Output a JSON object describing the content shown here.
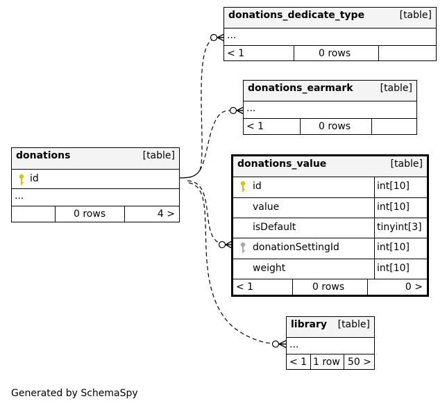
{
  "tables": {
    "donations": {
      "name": "donations",
      "type": "[table]",
      "columns": [
        {
          "name": "id",
          "key": "primary"
        }
      ],
      "ellipsis": "...",
      "footer": {
        "left": "",
        "rows": "0 rows",
        "right": "4 >"
      }
    },
    "donations_dedicate_type": {
      "name": "donations_dedicate_type",
      "type": "[table]",
      "ellipsis": "...",
      "footer": {
        "left": "< 1",
        "rows": "0 rows",
        "right": ""
      }
    },
    "donations_earmark": {
      "name": "donations_earmark",
      "type": "[table]",
      "ellipsis": "...",
      "footer": {
        "left": "< 1",
        "rows": "0 rows",
        "right": ""
      }
    },
    "donations_value": {
      "name": "donations_value",
      "type": "[table]",
      "columns": [
        {
          "name": "id",
          "type": "int[10]",
          "key": "primary"
        },
        {
          "name": "value",
          "type": "int[10]",
          "key": ""
        },
        {
          "name": "isDefault",
          "type": "tinyint[3]",
          "key": ""
        },
        {
          "name": "donationSettingId",
          "type": "int[10]",
          "key": "foreign"
        },
        {
          "name": "weight",
          "type": "int[10]",
          "key": ""
        }
      ],
      "footer": {
        "left": "< 1",
        "rows": "0 rows",
        "right": "0 >"
      }
    },
    "library": {
      "name": "library",
      "type": "[table]",
      "ellipsis": "...",
      "footer": {
        "left": "< 1",
        "rows": "1 row",
        "right": "50 >"
      }
    }
  },
  "generated_by": "Generated by SchemaSpy",
  "colors": {
    "primary_key": "#d4c400",
    "foreign_key": "#a8a8a8",
    "header_bg": "#f4f4f4"
  },
  "icons": {
    "primary_key": "key-icon",
    "foreign_key": "key-icon"
  }
}
